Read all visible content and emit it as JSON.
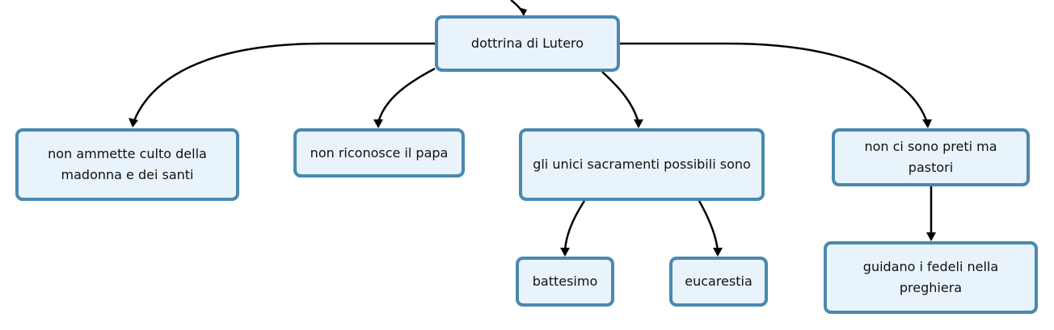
{
  "diagram": {
    "type": "concept-map",
    "nodes": {
      "root": "dottrina di Lutero",
      "culto": "non ammette culto della madonna e dei santi",
      "papa": "non riconosce il papa",
      "sacramenti": "gli unici sacramenti possibili sono",
      "preti": "non ci sono preti ma pastori",
      "battesimo": "battesimo",
      "eucarestia": "eucarestia",
      "guidano": "guidano i fedeli nella preghiera"
    },
    "edges": [
      {
        "from": "root",
        "to": "culto"
      },
      {
        "from": "root",
        "to": "papa"
      },
      {
        "from": "root",
        "to": "sacramenti"
      },
      {
        "from": "root",
        "to": "preti"
      },
      {
        "from": "sacramenti",
        "to": "battesimo"
      },
      {
        "from": "sacramenti",
        "to": "eucarestia"
      },
      {
        "from": "preti",
        "to": "guidano"
      }
    ],
    "colors": {
      "node_fill": "#e8f3fc",
      "node_border": "#4a89ad",
      "edge": "#000000",
      "text": "#111111"
    }
  }
}
